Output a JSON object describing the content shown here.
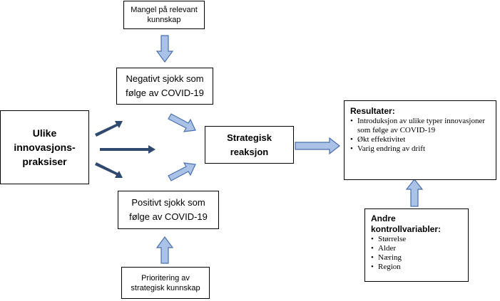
{
  "colors": {
    "arrow_fill": "#a9c2e6",
    "arrow_stroke": "#4a6fae",
    "dark_arrow": "#2f4a6e"
  },
  "boxes": {
    "mangel": "Mangel på relevant kunnskap",
    "negativt": "Negativt sjokk som følge av COVID-19",
    "ulike": "Ulike innovasjons-praksiser",
    "strategisk": "Strategisk reaksjon",
    "positivt": "Positivt sjokk som følge av COVID-19",
    "prioritering": "Prioritering av strategisk kunnskap"
  },
  "resultater": {
    "title": "Resultater:",
    "items": [
      "Introduksjon av ulike typer innovasjoner som følge av COVID-19",
      "Økt effektivitet",
      "Varig endring av drift"
    ]
  },
  "andre": {
    "title": "Andre kontrollvariabler:",
    "items": [
      "Størrelse",
      "Alder",
      "Næring",
      "Region"
    ]
  }
}
